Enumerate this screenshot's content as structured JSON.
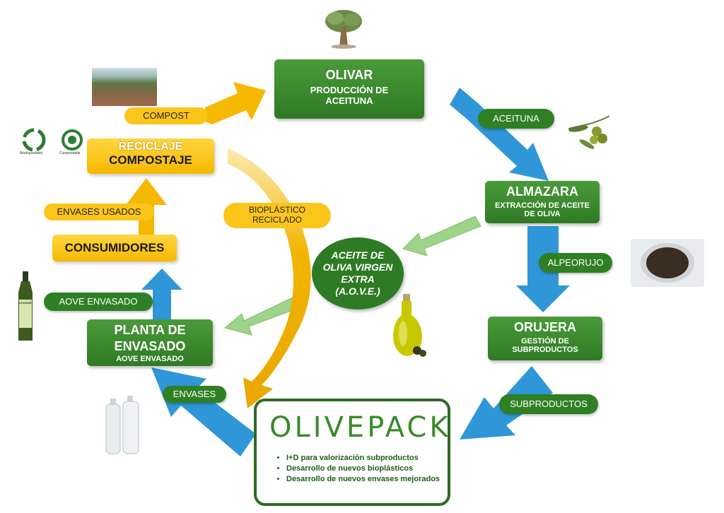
{
  "colors": {
    "green": "#2f7a24",
    "yellow": "#f6b800",
    "blue": "#2f97d8",
    "light_green": "#9ed38a"
  },
  "nodes": {
    "olivar": {
      "title": "OLIVAR",
      "subtitle": "PRODUCCIÓN DE ACEITUNA"
    },
    "almazara": {
      "title": "ALMAZARA",
      "subtitle": "EXTRACCIÓN DE ACEITE DE OLIVA"
    },
    "orujera": {
      "title": "ORUJERA",
      "subtitle": "GESTIÓN DE SUBPRODUCTOS"
    },
    "planta": {
      "title": "PLANTA DE ENVASADO",
      "subtitle": "AOVE ENVASADO"
    },
    "consumidores": {
      "title": "CONSUMIDORES"
    },
    "reciclaje": {
      "line1": "RECICLAJE",
      "line2": "COMPOSTAJE"
    },
    "aove": {
      "line1": "ACEITE DE",
      "line2": "OLIVA VIRGEN",
      "line3": "EXTRA",
      "line4": "(A.O.V.E.)"
    }
  },
  "labels": {
    "aceituna": "ACEITUNA",
    "alpeorujo": "ALPEORUJO",
    "subproductos": "SUBPRODUCTOS",
    "envases": "ENVASES",
    "aove_envasado": "AOVE ENVASADO",
    "envases_usados": "ENVASES USADOS",
    "compost": "COMPOST",
    "bioplastico": "BIOPLÁSTICO RECICLADO"
  },
  "olivepack": {
    "logo": "OLIVEPACK",
    "items": [
      "I+D para valorización subproductos",
      "Desarrollo de nuevos bioplásticos",
      "Desarrollo de nuevos envases mejorados"
    ]
  },
  "icon_labels": {
    "biodegradable": "Biodegradable",
    "compostable": "Compostable"
  },
  "bottle_label": "COOSUR"
}
